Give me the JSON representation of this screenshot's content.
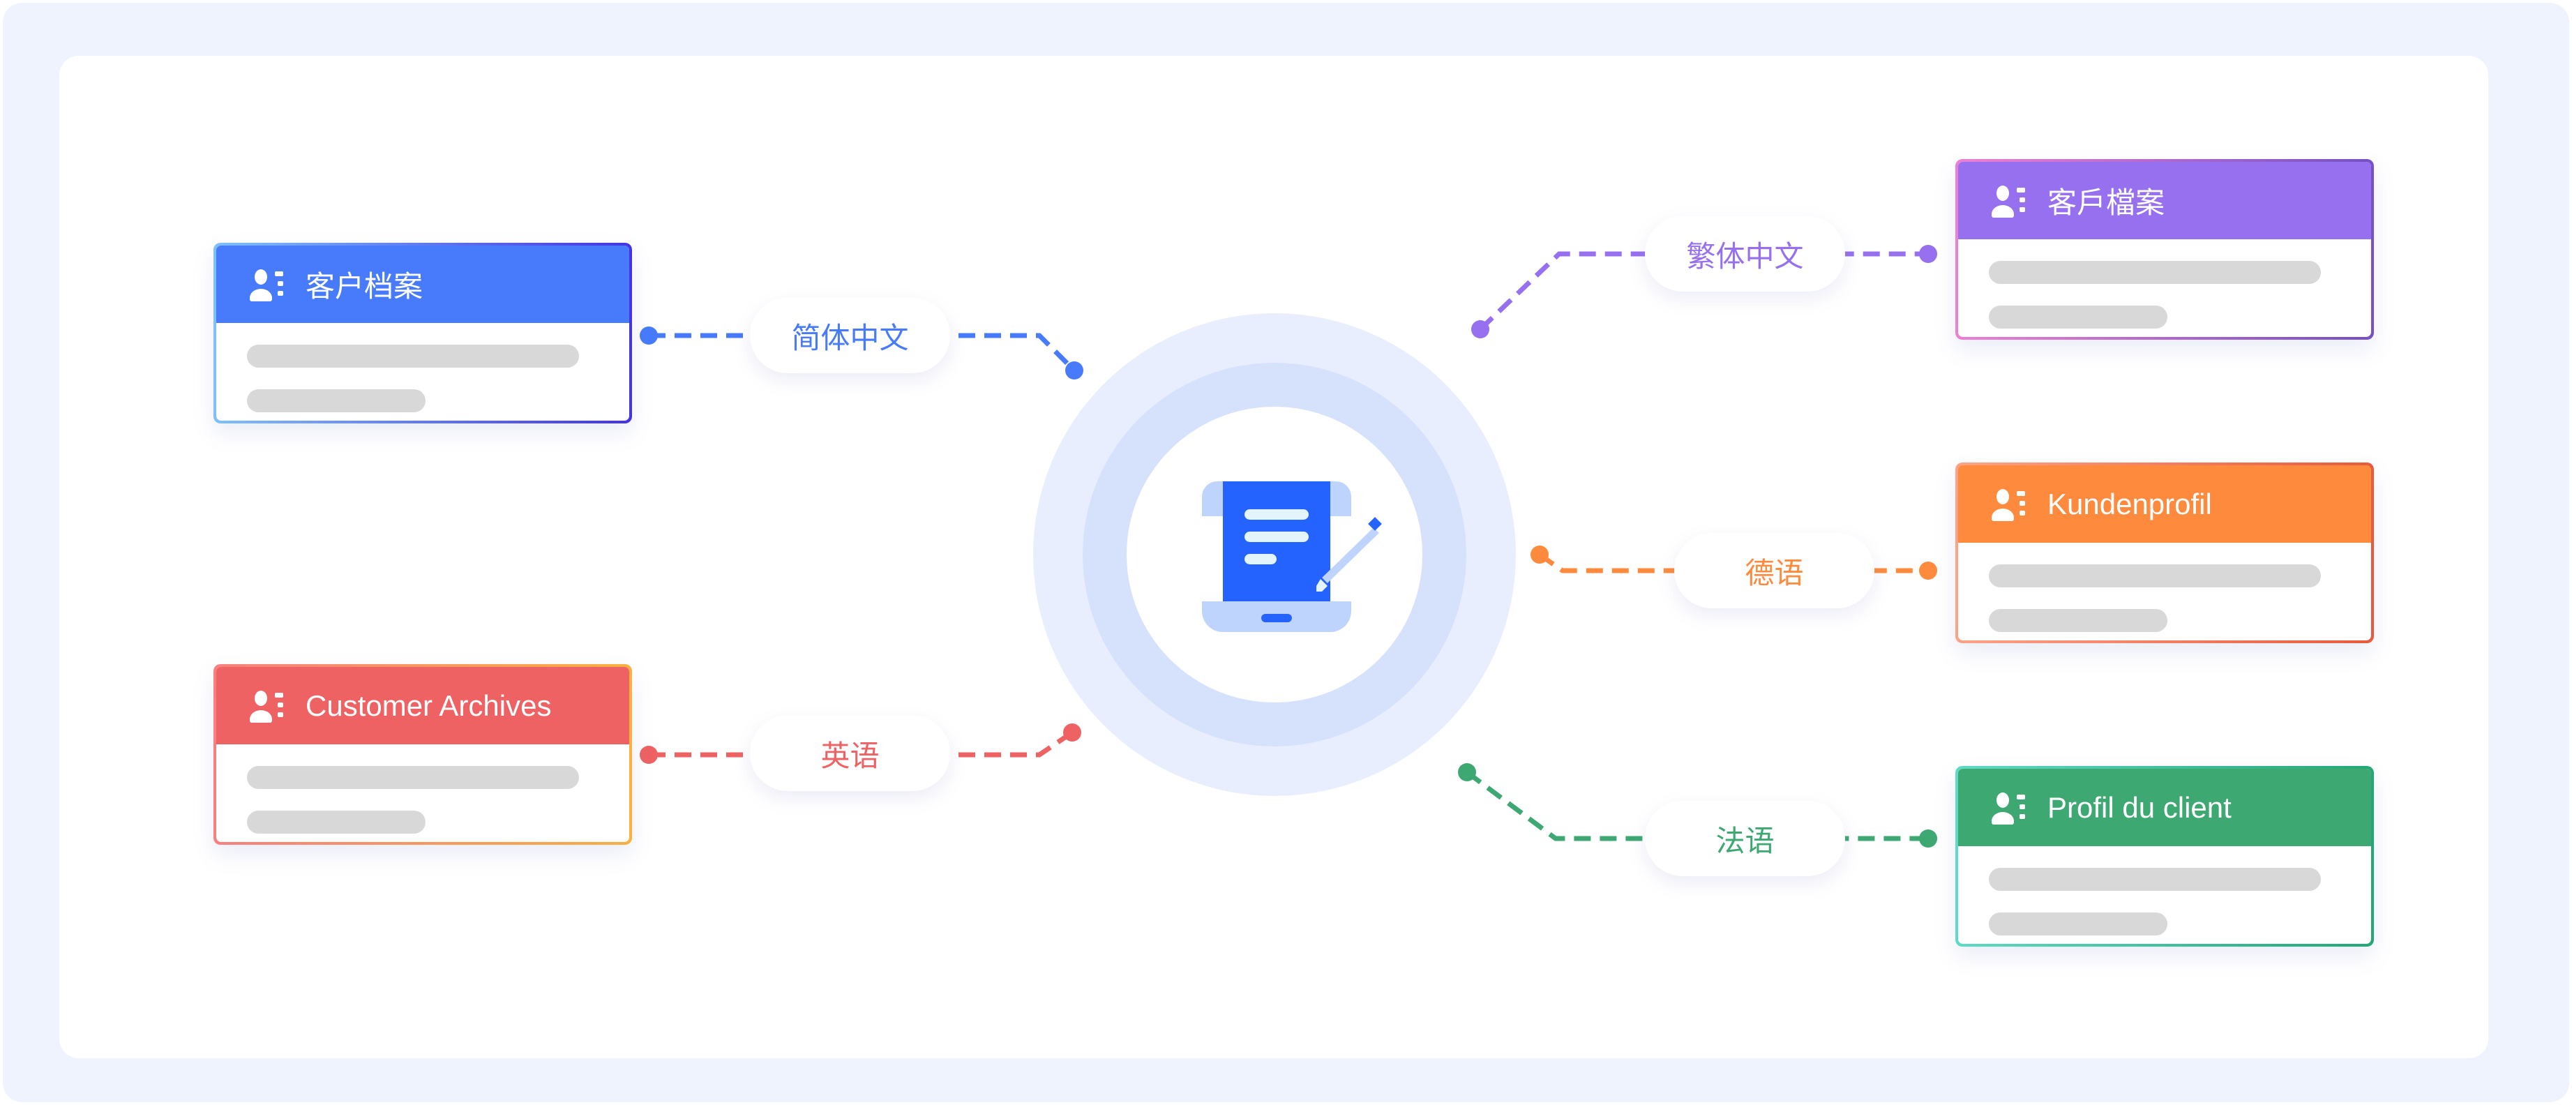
{
  "diagram": {
    "center": {
      "icon": "scroll-document-pen-icon",
      "colors": {
        "outer_ring": "#e8eefd",
        "middle_ring": "#d6e2fb",
        "inner": "#ffffff",
        "icon_primary": "#2563ff",
        "icon_secondary": "#bfd4fd"
      }
    },
    "nodes": [
      {
        "id": "zh-hans",
        "title": "客户档案",
        "language_label": "简体中文",
        "icon": "user-profile-icon",
        "color": "#477bfc",
        "border_gradient": [
          "#7ec0fb",
          "#4433e4"
        ]
      },
      {
        "id": "en",
        "title": "Customer Archives",
        "language_label": "英语",
        "icon": "user-profile-icon",
        "color": "#ee6264",
        "border_gradient": [
          "#f87f7f",
          "#fbb03f"
        ]
      },
      {
        "id": "zh-hant",
        "title": "客戶檔案",
        "language_label": "繁体中文",
        "icon": "user-profile-icon",
        "color": "#9670ef",
        "border_gradient": [
          "#ee80d4",
          "#7451c4"
        ]
      },
      {
        "id": "de",
        "title": "Kundenprofil",
        "language_label": "德语",
        "icon": "user-profile-icon",
        "color": "#fe8a3d",
        "border_gradient": [
          "#fda386",
          "#e85a3c"
        ]
      },
      {
        "id": "fr",
        "title": "Profil du client",
        "language_label": "法语",
        "icon": "user-profile-icon",
        "color": "#3da871",
        "border_gradient": [
          "#5fdac4",
          "#23a776"
        ]
      }
    ],
    "placeholder_bar_color": "#d8d8d8",
    "background": {
      "frame": "#eef3fe",
      "panel": "#ffffff"
    }
  }
}
